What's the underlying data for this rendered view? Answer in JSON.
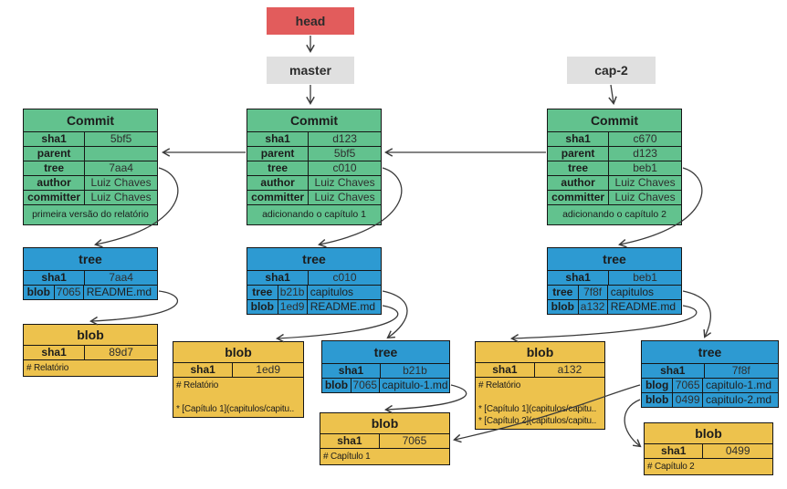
{
  "colors": {
    "commit": "#62c28e",
    "tree": "#2d9ad2",
    "blob": "#edc24d",
    "head": "#e25c5c",
    "ref": "#e0e0e0",
    "border": "#161616",
    "arrow": "#3a3a3a"
  },
  "labels": {
    "commit": "Commit",
    "tree": "tree",
    "blob": "blob",
    "sha1": "sha1",
    "parent": "parent",
    "author": "author",
    "committer": "committer"
  },
  "refs": {
    "head": "head",
    "master": "master",
    "cap2": "cap-2"
  },
  "commits": {
    "c5bf5": {
      "sha1": "5bf5",
      "parent": "",
      "tree": "7aa4",
      "author": "Luiz Chaves",
      "committer": "Luiz Chaves",
      "message": "primeira versão do relatório"
    },
    "cd123": {
      "sha1": "d123",
      "parent": "5bf5",
      "tree": "c010",
      "author": "Luiz Chaves",
      "committer": "Luiz Chaves",
      "message": "adicionando o capítulo 1"
    },
    "cc670": {
      "sha1": "c670",
      "parent": "d123",
      "tree": "beb1",
      "author": "Luiz Chaves",
      "committer": "Luiz Chaves",
      "message": "adicionando o capítulo 2"
    }
  },
  "trees": {
    "t7aa4": {
      "sha1": "7aa4",
      "entries": [
        {
          "type": "blob",
          "sha": "7065",
          "name": "README.md"
        }
      ]
    },
    "tc010": {
      "sha1": "c010",
      "entries": [
        {
          "type": "tree",
          "sha": "b21b",
          "name": "capitulos"
        },
        {
          "type": "blob",
          "sha": "1ed9",
          "name": "README.md"
        }
      ]
    },
    "tbeb1": {
      "sha1": "beb1",
      "entries": [
        {
          "type": "tree",
          "sha": "7f8f",
          "name": "capitulos"
        },
        {
          "type": "blob",
          "sha": "a132",
          "name": "README.md"
        }
      ]
    },
    "tb21b": {
      "sha1": "b21b",
      "entries": [
        {
          "type": "blob",
          "sha": "7065",
          "name": "capitulo-1.md"
        }
      ]
    },
    "t7f8f": {
      "sha1": "7f8f",
      "entries": [
        {
          "type": "blog",
          "sha": "7065",
          "name": "capitulo-1.md"
        },
        {
          "type": "blob",
          "sha": "0499",
          "name": "capitulo-2.md"
        }
      ]
    }
  },
  "blobs": {
    "b89d7": {
      "sha1": "89d7",
      "lines": [
        "# Relatório"
      ]
    },
    "b1ed9": {
      "sha1": "1ed9",
      "lines": [
        "# Relatório",
        "",
        "* [Capítulo 1](capitulos/capitu.."
      ]
    },
    "ba132": {
      "sha1": "a132",
      "lines": [
        "# Relatório",
        "",
        "* [Capítulo 1](capitulos/capitu..",
        "* [Capítulo 2](capitulos/capitu.."
      ]
    },
    "b7065": {
      "sha1": "7065",
      "lines": [
        "# Capítulo 1"
      ]
    },
    "b0499": {
      "sha1": "0499",
      "lines": [
        "# Capítulo 2"
      ]
    }
  }
}
